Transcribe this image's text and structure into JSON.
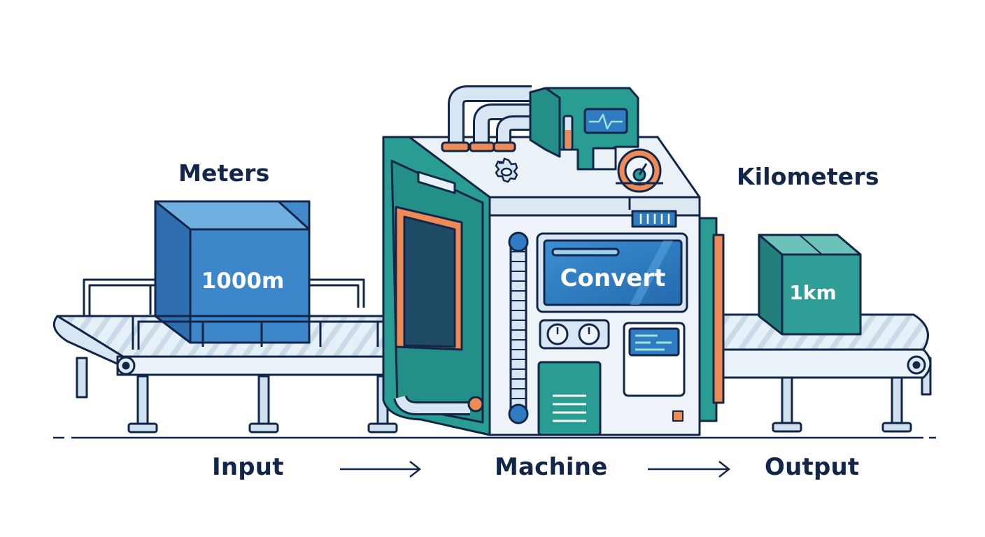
{
  "input_label": "Meters",
  "output_label": "Kilometers",
  "input_value": "1000m",
  "output_value": "1km",
  "screen_text": "Convert",
  "stages": {
    "input": "Input",
    "machine": "Machine",
    "output": "Output"
  },
  "colors": {
    "outline": "#12264a",
    "belt": "#e3eef6",
    "input_box": "#3d86c9",
    "output_box": "#2e9e97",
    "machine_teal": "#2a9d93",
    "accent_orange": "#ee8a55",
    "screen_blue": "#2f7cc2"
  }
}
